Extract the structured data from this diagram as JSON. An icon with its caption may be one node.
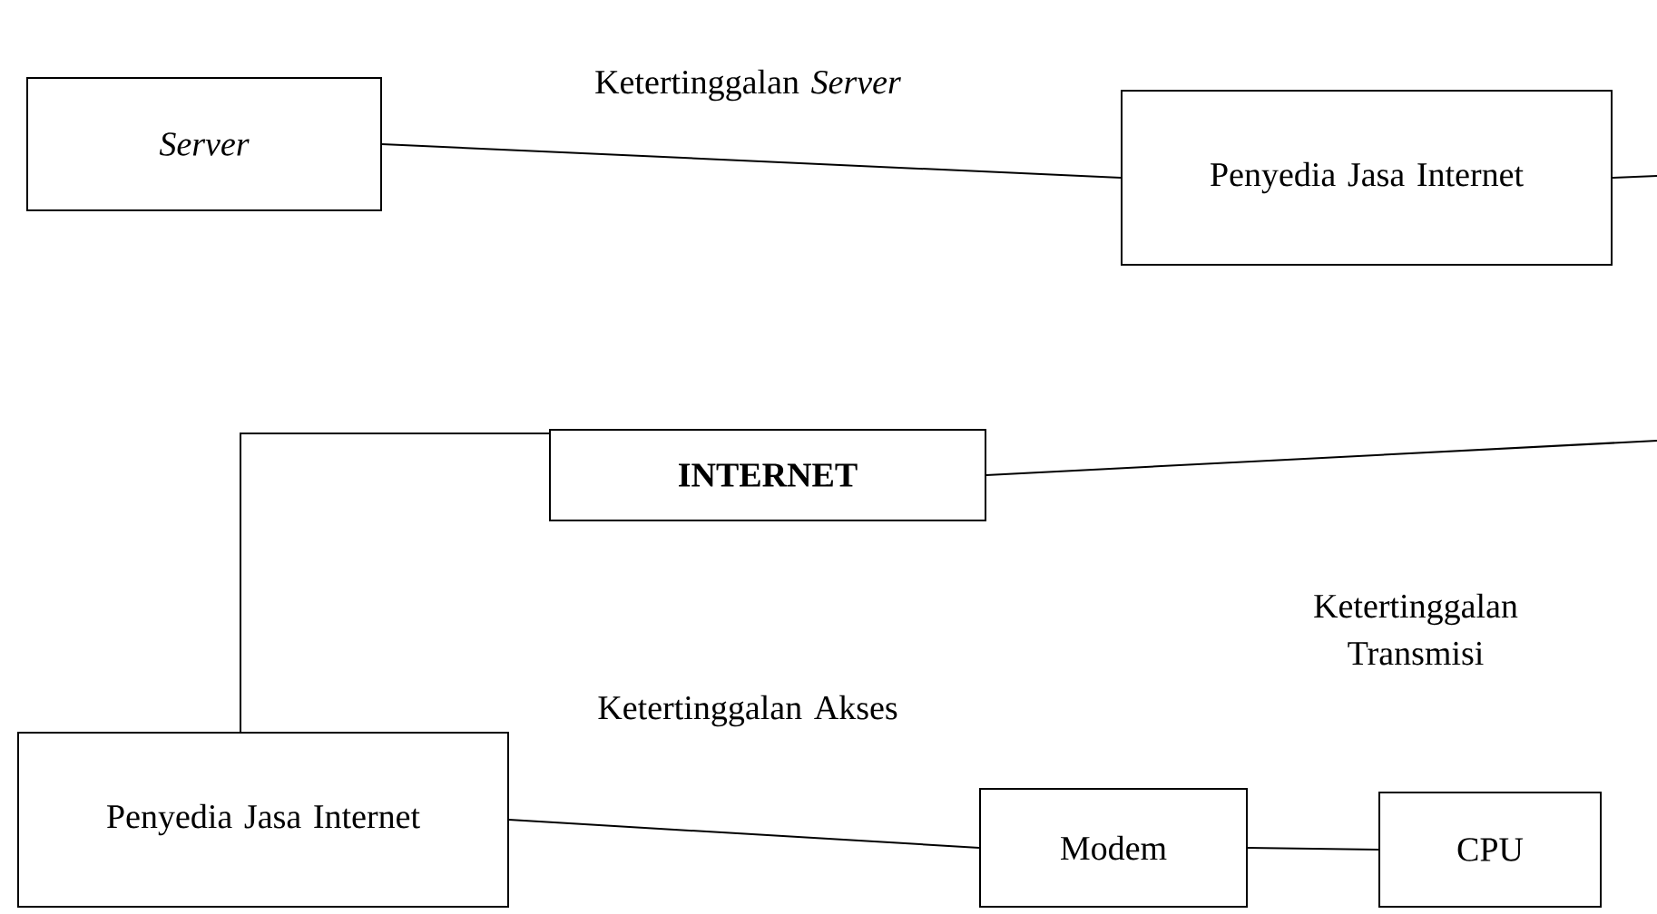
{
  "diagram": {
    "nodes": [
      {
        "text": [
          "Server"
        ]
      },
      {
        "text": [
          "Penyedia Jasa Internet"
        ]
      },
      {
        "text": [
          "INTERNET"
        ]
      },
      {
        "text": [
          "Penyedia Jasa Internet"
        ]
      },
      {
        "text": [
          "Modem"
        ]
      },
      {
        "text": [
          "CPU"
        ]
      }
    ],
    "edges": [
      {
        "from": 0,
        "to": 1,
        "arrow": "none",
        "label": "Ketertinggalan *Server*"
      },
      {
        "from": 1,
        "to": null,
        "arrow": "none"
      },
      {
        "from": 2,
        "to": null,
        "arrow": "none",
        "label": "Ketertinggalan Transmisi"
      },
      {
        "from": 3,
        "to": 2,
        "arrow": "none"
      },
      {
        "from": 3,
        "to": 4,
        "arrow": "none",
        "label": "Ketertinggalan Akses"
      },
      {
        "from": 4,
        "to": 5,
        "arrow": "none"
      }
    ]
  }
}
